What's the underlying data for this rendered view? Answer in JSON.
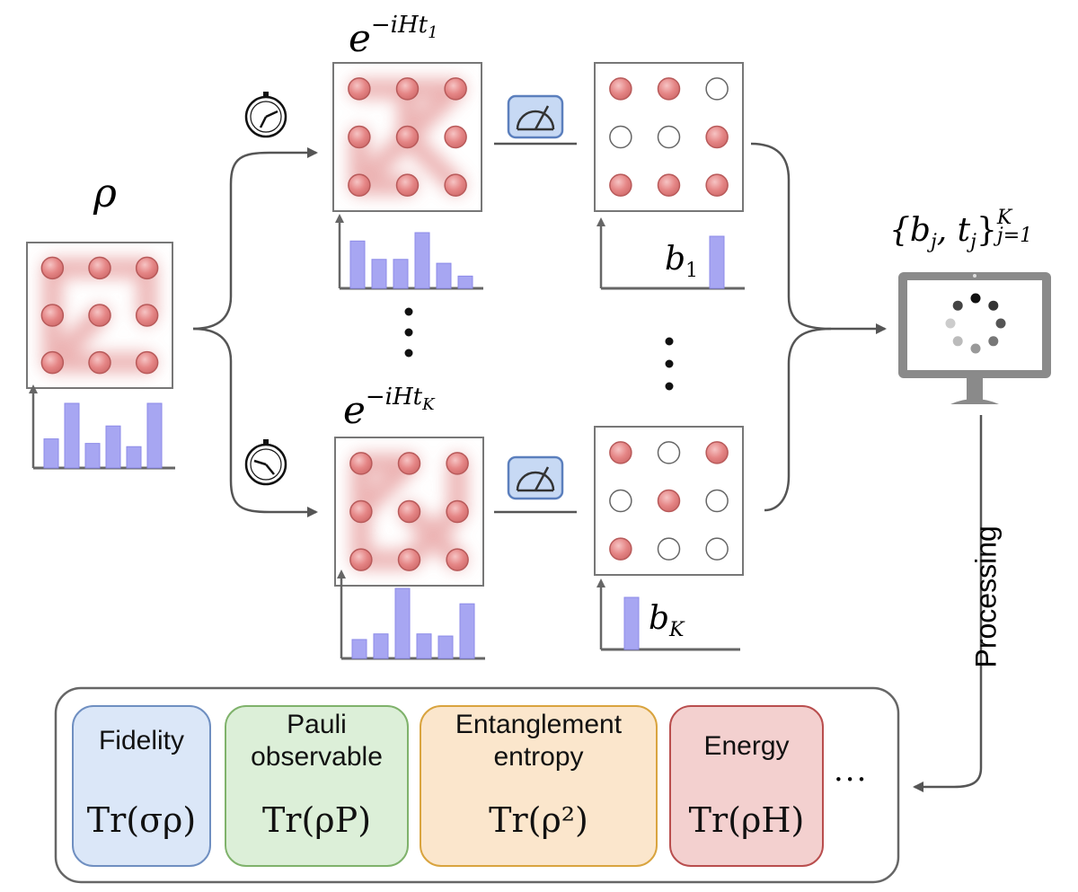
{
  "labels": {
    "rho": "ρ",
    "evolve_top_base": "e",
    "evolve_top_exp": "−iHt",
    "evolve_top_sub": "1",
    "evolve_bottom_base": "e",
    "evolve_bottom_exp": "−iHt",
    "evolve_bottom_sub": "K",
    "b1": "b",
    "b1_sub": "1",
    "bK": "b",
    "bK_sub": "K",
    "dataset_open": "{b",
    "dataset_sub_j": "j",
    "dataset_mid": ", t",
    "dataset_sub_j2": "j",
    "dataset_close": "}",
    "dataset_sup": "K",
    "dataset_sub_range": "j=1",
    "vdots": "⋮",
    "processing": "Processing",
    "ellipsis": "···"
  },
  "cards": [
    {
      "title": "Fidelity",
      "formula": "Tr(σρ)",
      "fill": "#dbe7f8",
      "border": "#6f8fc1"
    },
    {
      "title": "Pauli\nobservable",
      "formula": "Tr(ρP)",
      "fill": "#dcefd8",
      "border": "#7fb26b"
    },
    {
      "title": "Entanglement\nentropy",
      "formula": "Tr(ρ²)",
      "fill": "#fbe6cc",
      "border": "#d9a43f"
    },
    {
      "title": "Energy",
      "formula": "Tr(ρH)",
      "fill": "#f3d0cf",
      "border": "#b94e4e"
    }
  ],
  "histograms": {
    "initial": [
      0.45,
      1.0,
      0.38,
      0.65,
      0.33,
      1.0
    ],
    "top_evolved": [
      0.85,
      0.52,
      0.52,
      1.0,
      0.45,
      0.22
    ],
    "bottom_evolved": [
      0.27,
      0.35,
      1.0,
      0.35,
      0.32,
      0.78
    ],
    "top_measured": [
      1.0
    ],
    "bottom_measured": [
      1.0
    ]
  },
  "lattices": {
    "initial_filled": [
      1,
      1,
      1,
      1,
      1,
      1,
      1,
      1,
      1
    ],
    "top_evolved_filled": [
      1,
      1,
      1,
      1,
      1,
      1,
      1,
      1,
      1
    ],
    "bottom_evolved_filled": [
      1,
      1,
      1,
      1,
      1,
      1,
      1,
      1,
      1
    ],
    "top_measured_filled": [
      1,
      1,
      0,
      0,
      0,
      1,
      1,
      1,
      1
    ],
    "bottom_measured_filled": [
      1,
      0,
      1,
      0,
      1,
      0,
      1,
      0,
      0
    ]
  },
  "colors": {
    "atom_fill": "#e68a8a",
    "atom_stroke": "#b85a5a",
    "bar": "#a7a6f2",
    "bar_stroke": "#8c8be8",
    "arrow": "#555555",
    "glow": "#e7a0a0",
    "meter_fill": "#c7d9f4",
    "meter_stroke": "#5b7fbd",
    "monitor": "#8a8a8a"
  },
  "icons": {
    "clock": "clock-icon",
    "meter": "measurement-meter-icon",
    "computer": "computer-monitor-icon",
    "spinner": "loading-spinner-icon"
  }
}
